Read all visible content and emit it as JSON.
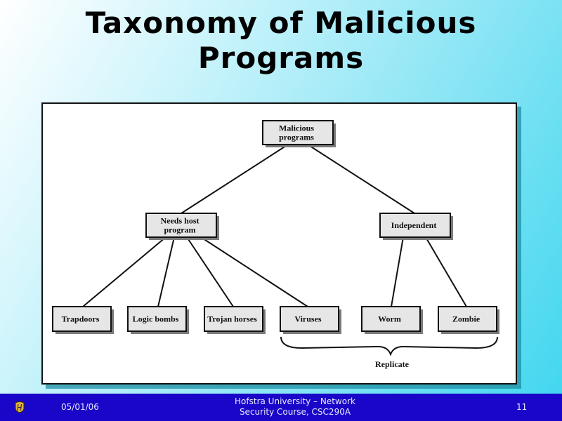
{
  "slide": {
    "title_line1": "Taxonomy of Malicious",
    "title_line2": "Programs"
  },
  "diagram": {
    "root": "Malicious programs",
    "root_lines": [
      "Malicious",
      "programs"
    ],
    "categories": [
      {
        "id": "needs-host",
        "lines": [
          "Needs host",
          "program"
        ],
        "children": [
          "Trapdoors",
          "Logic bombs",
          "Trojan horses",
          "Viruses"
        ]
      },
      {
        "id": "independent",
        "lines": [
          "Independent"
        ],
        "children": [
          "Worm",
          "Zombie"
        ]
      }
    ],
    "leaves": [
      "Trapdoors",
      "Logic bombs",
      "Trojan horses",
      "Viruses",
      "Worm",
      "Zombie"
    ],
    "brace_label": "Replicate",
    "brace_covers": [
      "Viruses",
      "Worm",
      "Zombie"
    ]
  },
  "footer": {
    "logo_icon": "hofstra-shield-icon",
    "date": "05/01/06",
    "course_line1": "Hofstra University – Network",
    "course_line2": "Security Course, CSC290A",
    "page_number": "11"
  },
  "colors": {
    "footer_bg": "#1a06c8",
    "node_fill": "#e6e6e6",
    "node_shadow": "#7a7a7a"
  }
}
